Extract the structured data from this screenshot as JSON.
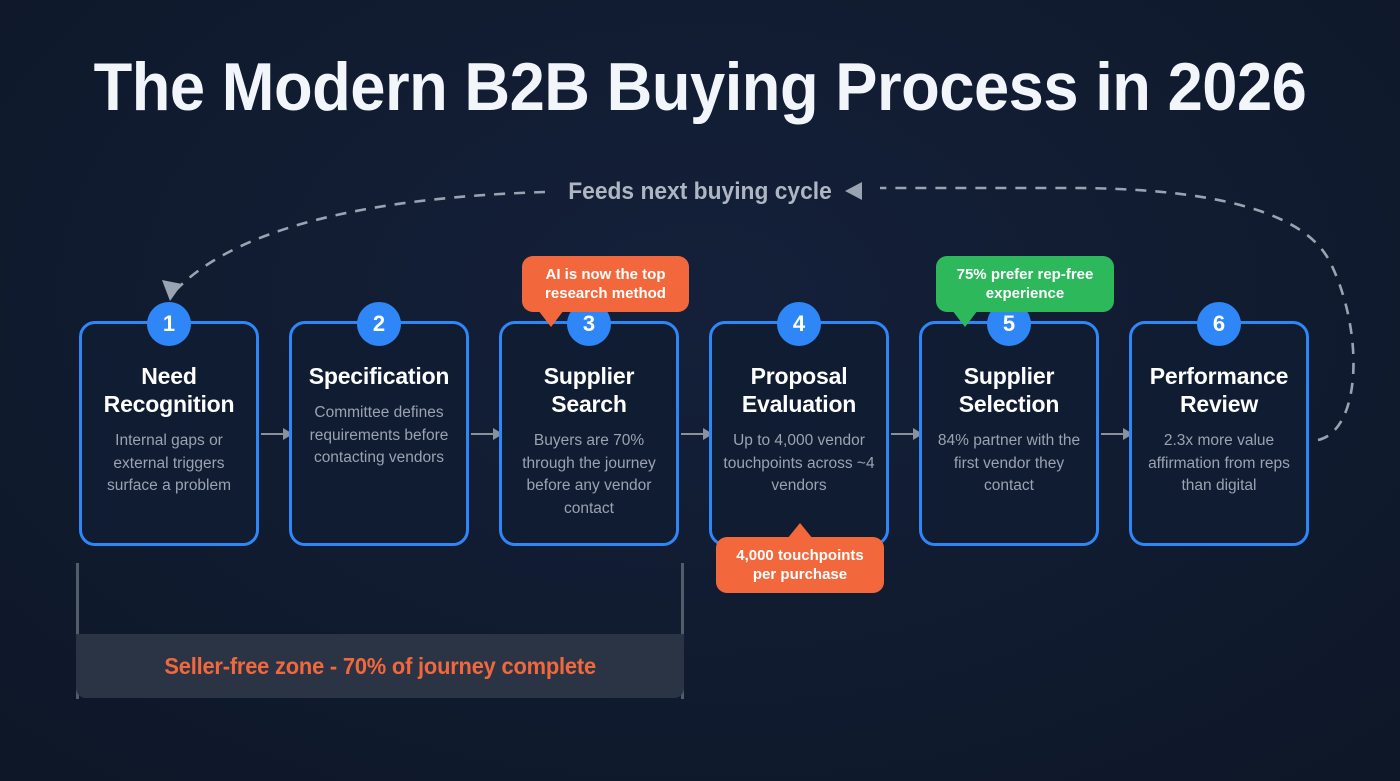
{
  "title": "The Modern B2B Buying Process in 2026",
  "loop": {
    "label": "Feeds next buying cycle"
  },
  "steps": [
    {
      "number": "1",
      "title": "Need Recognition",
      "desc": "Internal gaps or external triggers surface a problem"
    },
    {
      "number": "2",
      "title": "Specification",
      "desc": "Committee defines requirements before contacting vendors"
    },
    {
      "number": "3",
      "title": "Supplier Search",
      "desc": "Buyers are 70% through the journey before any vendor contact"
    },
    {
      "number": "4",
      "title": "Proposal Evaluation",
      "desc": "Up to 4,000 vendor touchpoints across ~4 vendors"
    },
    {
      "number": "5",
      "title": "Supplier Selection",
      "desc": "84% partner with the first vendor they contact"
    },
    {
      "number": "6",
      "title": "Performance Review",
      "desc": "2.3x more value affirmation from reps than digital"
    }
  ],
  "callouts": [
    {
      "text": "AI is now the top research method",
      "color": "#f2683c",
      "attached_to_step": "3",
      "position": "above"
    },
    {
      "text": "4,000 touchpoints per purchase",
      "color": "#f2683c",
      "attached_to_step": "4",
      "position": "below"
    },
    {
      "text": "75% prefer rep-free experience",
      "color": "#2eb85c",
      "attached_to_step": "5",
      "position": "above"
    }
  ],
  "seller_free_zone": {
    "label": "Seller-free zone - 70% of journey complete",
    "covers_steps": [
      "1",
      "2",
      "3"
    ],
    "color": "#f2683c"
  },
  "colors": {
    "background": "#111c31",
    "card_border": "#2f86f6",
    "card_bg": "#101c31",
    "step_badge": "#2f86f6",
    "title_text": "#f2f5fa",
    "body_text": "#9aa3b1",
    "connector": "#8a919d",
    "loop_line": "#9aa3b1",
    "zone_panel": "#2b3444"
  }
}
